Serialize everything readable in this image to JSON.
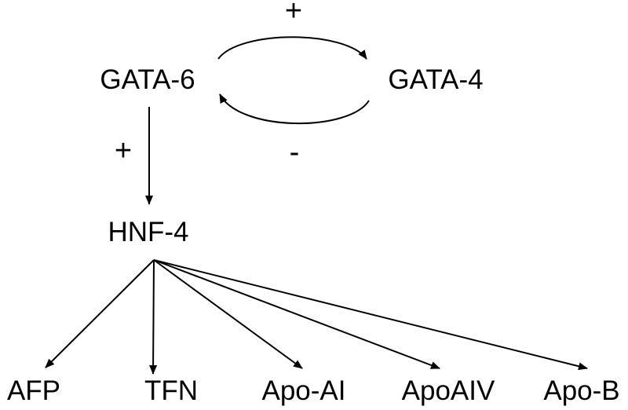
{
  "nodes": {
    "gata6": "GATA-6",
    "gata4": "GATA-4",
    "hnf4": "HNF-4",
    "afp": "AFP",
    "tfn": "TFN",
    "apo_ai": "Apo-AI",
    "apo_aiv": "ApoAIV",
    "apo_b": "Apo-B"
  },
  "signs": {
    "gata6_to_gata4": "+",
    "gata4_to_gata6": "-",
    "gata6_to_hnf4": "+"
  }
}
